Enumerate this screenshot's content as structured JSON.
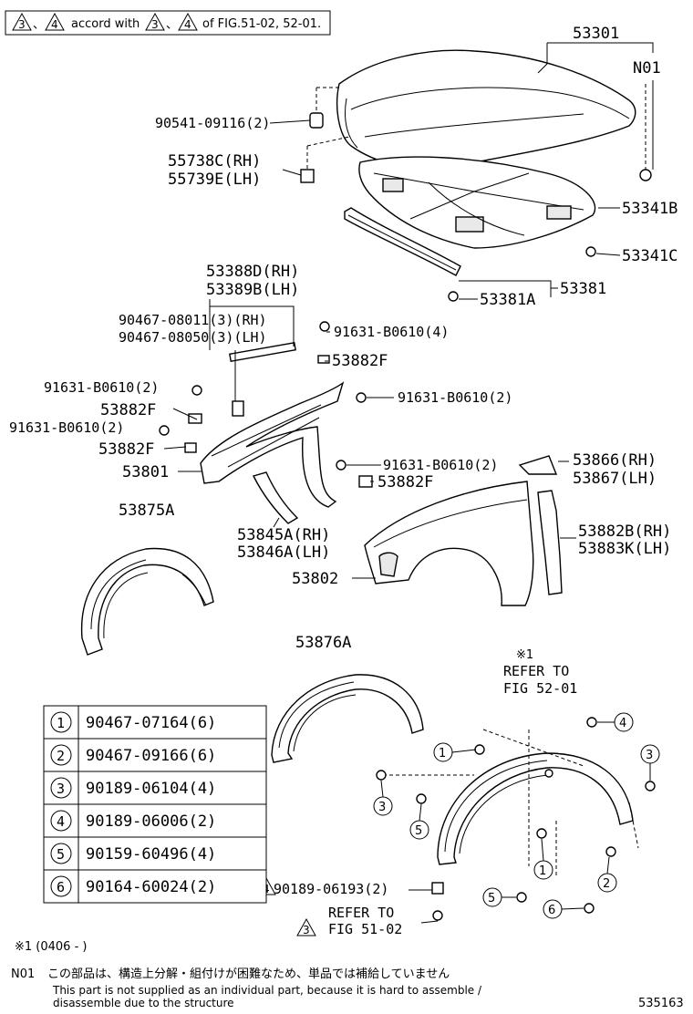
{
  "header_note": {
    "tri_a": "3",
    "sep": "、",
    "tri_b": "4",
    "middle": "accord with",
    "tri_c": "3",
    "sep2": "、",
    "tri_d": "4",
    "tail": "of FIG.51-02, 52-01."
  },
  "labels": {
    "l53301": "53301",
    "n01": "N01",
    "l90541": "90541-09116(2)",
    "l55738": "55738C(RH)",
    "l55739": "55739E(LH)",
    "l53341b": "53341B",
    "l53341c": "53341C",
    "l53381": "53381",
    "l53381a": "53381A",
    "l53388": "53388D(RH)",
    "l53389": "53389B(LH)",
    "l90467a": "90467-08011(3)(RH)",
    "l90467b": "90467-08050(3)(LH)",
    "l91631_4": "91631-B0610(4)",
    "l53882f_1": "53882F",
    "l91631_2a": "91631-B0610(2)",
    "l91631_2b": "91631-B0610(2)",
    "l53882f_2": "53882F",
    "l91631_2c": "91631-B0610(2)",
    "l53882f_3": "53882F",
    "l91631_2d": "91631-B0610(2)",
    "l53801": "53801",
    "l53882f_4": "53882F",
    "l53866": "53866(RH)",
    "l53867": "53867(LH)",
    "l53875a": "53875A",
    "l53845a": "53845A(RH)",
    "l53846a": "53846A(LH)",
    "l53882b": "53882B(RH)",
    "l53883k": "53883K(LH)",
    "l53802": "53802",
    "l53876a": "53876A",
    "refer1_mark": "※1",
    "refer1_a": "REFER TO",
    "refer1_b": "FIG 52-01",
    "l90189_06193": "90189-06193(2)",
    "refer2_a": "REFER TO",
    "refer2_b": "FIG 51-02",
    "tri_4": "4",
    "tri_3": "3",
    "c1a": "1",
    "c1b": "1",
    "c2": "2",
    "c3a": "3",
    "c3b": "3",
    "c4": "4",
    "c5a": "5",
    "c5b": "5",
    "c6": "6"
  },
  "table": [
    {
      "no": "1",
      "part": "90467-07164(6)"
    },
    {
      "no": "2",
      "part": "90467-09166(6)"
    },
    {
      "no": "3",
      "part": "90189-06104(4)"
    },
    {
      "no": "4",
      "part": "90189-06006(2)"
    },
    {
      "no": "5",
      "part": "90159-60496(4)"
    },
    {
      "no": "6",
      "part": "90164-60024(2)"
    }
  ],
  "footnote1": "※1 (0406 -     )",
  "footer": {
    "code": "N01",
    "jp": "この部品は、構造上分解・組付けが困難なため、単品では補給していません",
    "en1": "This part is not supplied as an individual part, because it is hard to assemble /",
    "en2": "disassemble due to the structure",
    "fig_no": "535163"
  }
}
